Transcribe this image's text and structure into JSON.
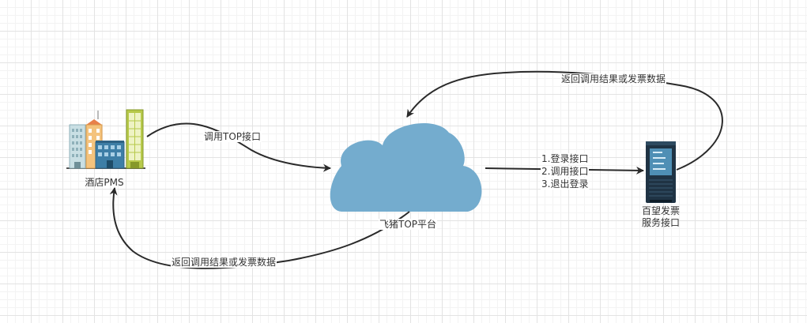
{
  "nodes": {
    "hotel_pms": {
      "label": "酒店PMS"
    },
    "top_platform": {
      "label": "飞猪TOP平台"
    },
    "invoice_service": {
      "label_line1": "百望发票",
      "label_line2": "服务接口"
    }
  },
  "edges": {
    "pms_to_top": {
      "label": "调用TOP接口"
    },
    "top_to_pms": {
      "label": "返回调用结果或发票数据"
    },
    "top_to_invoice": {
      "line1": "1.登录接口",
      "line2": "2.调用接口",
      "line3": "3.退出登录"
    },
    "invoice_to_top": {
      "label": "返回调用结果或发票数据"
    }
  },
  "colors": {
    "cloud": "#74acce",
    "arrow": "#2a2a2a",
    "server_body": "#1f3344",
    "server_panel": "#4f8fb5"
  }
}
